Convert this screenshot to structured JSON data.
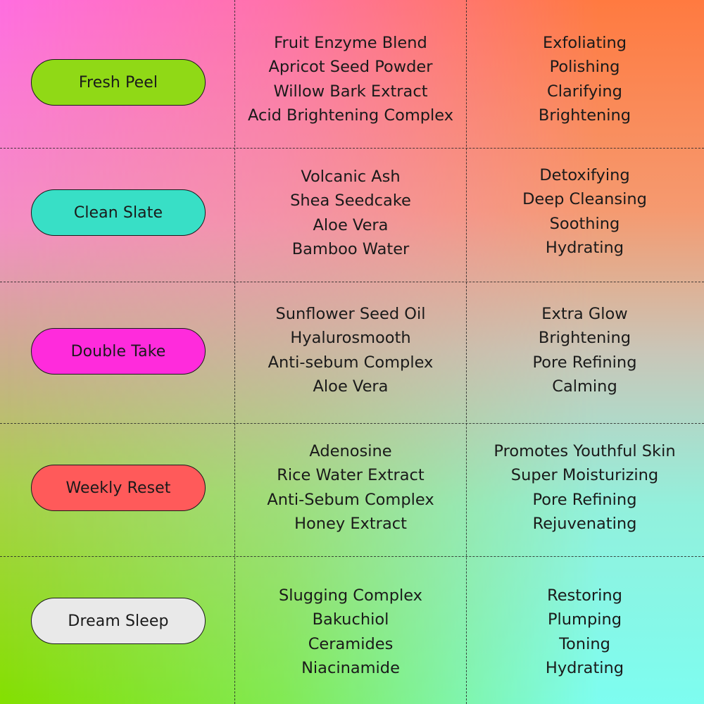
{
  "colors": {
    "pill_fresh_peel": "#90d916",
    "pill_clean_slate": "#38dfc6",
    "pill_double_take": "#ff2bdc",
    "pill_weekly_reset": "#ff5a5a",
    "pill_dream_sleep": "#e9e9e9",
    "bg_top_left": "#ff6ee0",
    "bg_top_right": "#ff7a40",
    "bg_bottom_left": "#80e000",
    "bg_bottom_right": "#7dfdf0"
  },
  "rows": [
    {
      "product": "Fresh Peel",
      "ingredients": [
        "Fruit Enzyme Blend",
        "Apricot Seed Powder",
        "Willow Bark Extract",
        "Acid Brightening Complex"
      ],
      "benefits": [
        "Exfoliating",
        "Polishing",
        "Clarifying",
        "Brightening"
      ]
    },
    {
      "product": "Clean Slate",
      "ingredients": [
        "Volcanic Ash",
        "Shea Seedcake",
        "Aloe Vera",
        "Bamboo Water"
      ],
      "benefits": [
        "Detoxifying",
        "Deep Cleansing",
        "Soothing",
        "Hydrating"
      ]
    },
    {
      "product": "Double Take",
      "ingredients": [
        "Sunflower Seed Oil",
        "Hyalurosmooth",
        "Anti-sebum Complex",
        "Aloe Vera"
      ],
      "benefits": [
        "Extra Glow",
        "Brightening",
        "Pore Refining",
        "Calming"
      ]
    },
    {
      "product": "Weekly Reset",
      "ingredients": [
        "Adenosine",
        "Rice Water Extract",
        "Anti-Sebum Complex",
        "Honey Extract"
      ],
      "benefits": [
        "Promotes Youthful Skin",
        "Super Moisturizing",
        "Pore Refining",
        "Rejuvenating"
      ]
    },
    {
      "product": "Dream Sleep",
      "ingredients": [
        "Slugging Complex",
        "Bakuchiol",
        "Ceramides",
        "Niacinamide"
      ],
      "benefits": [
        "Restoring",
        "Plumping",
        "Toning",
        "Hydrating"
      ]
    }
  ]
}
